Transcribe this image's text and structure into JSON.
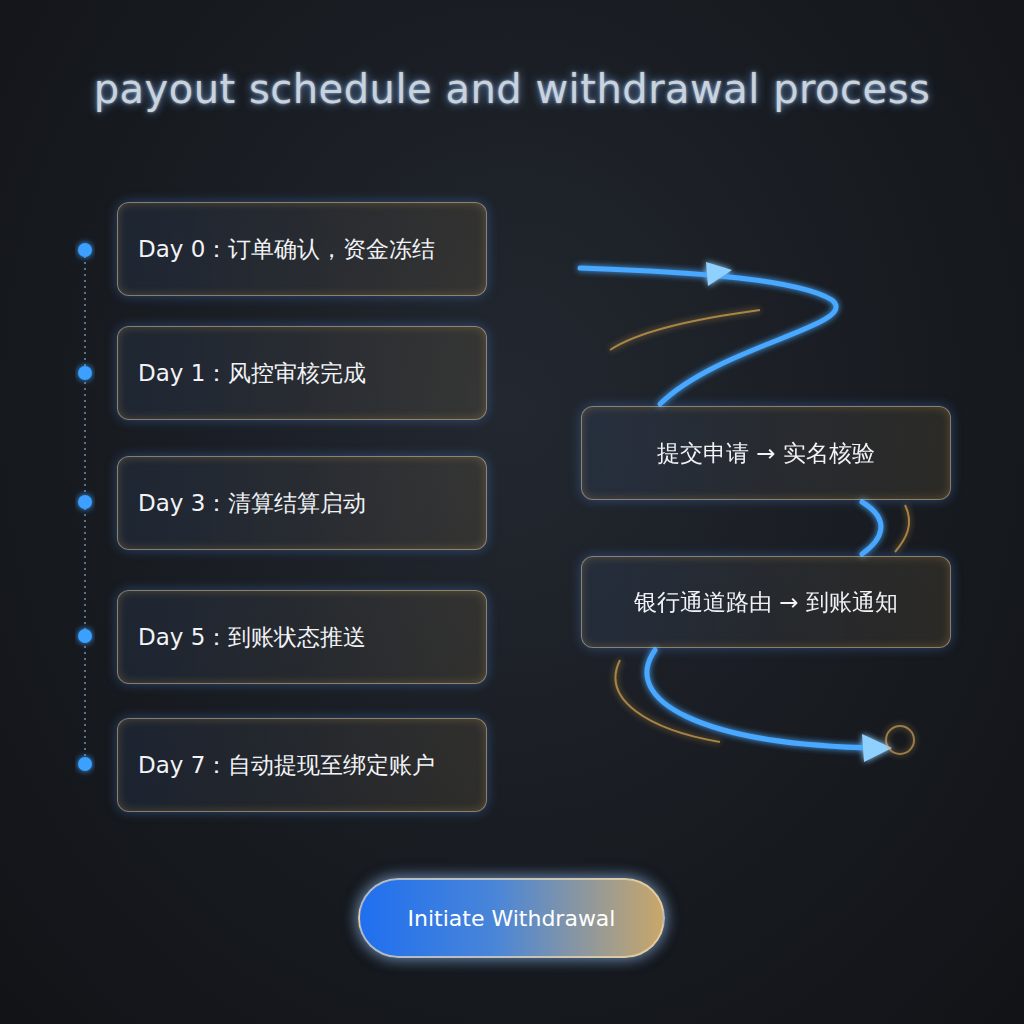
{
  "diagram": {
    "title": "payout schedule and withdrawal process",
    "nodes": [
      {
        "text": [
          "Day 0：订单确认，资金冻结"
        ]
      },
      {
        "text": [
          "Day 1：风控审核完成"
        ]
      },
      {
        "text": [
          "Day 3：清算结算启动"
        ]
      },
      {
        "text": [
          "Day 5：到账状态推送"
        ]
      },
      {
        "text": [
          "Day 7：自动提现至绑定账户"
        ]
      },
      {
        "text": [
          "提交申请 → 实名核验"
        ]
      },
      {
        "text": [
          "银行通道路由 → 到账通知"
        ]
      },
      {
        "text": [
          "Initiate Withdrawal"
        ]
      }
    ]
  }
}
